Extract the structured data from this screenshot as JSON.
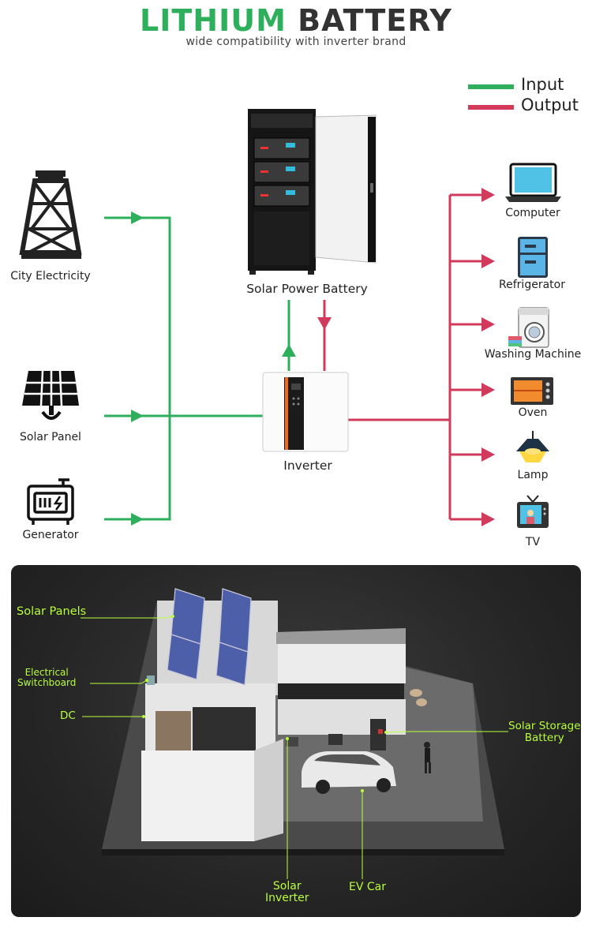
{
  "header": {
    "title_part1": "LITHIUM",
    "title_part2": "BATTERY",
    "subtitle": "wide compatibility with inverter brand"
  },
  "legend": {
    "input_label": "Input",
    "output_label": "Output",
    "input_color": "#2eaf5c",
    "output_color": "#d13a5b"
  },
  "sources": [
    {
      "label": "City Electricity",
      "icon": "power-tower-icon"
    },
    {
      "label": "Solar Panel",
      "icon": "solar-panel-icon"
    },
    {
      "label": "Generator",
      "icon": "generator-icon"
    }
  ],
  "center": {
    "battery_label": "Solar Power Battery",
    "inverter_label": "Inverter"
  },
  "loads": [
    {
      "label": "Computer",
      "icon": "laptop-icon"
    },
    {
      "label": "Refrigerator",
      "icon": "refrigerator-icon"
    },
    {
      "label": "Washing Machine",
      "icon": "washing-machine-icon"
    },
    {
      "label": "Oven",
      "icon": "oven-icon"
    },
    {
      "label": "Lamp",
      "icon": "lamp-icon"
    },
    {
      "label": "TV",
      "icon": "tv-icon"
    }
  ],
  "scene": {
    "solar_panels": "Solar Panels",
    "switchboard_line1": "Electrical",
    "switchboard_line2": "Switchboard",
    "dc": "DC",
    "storage_line1": "Solar Storage",
    "storage_line2": "Battery",
    "inverter_line1": "Solar",
    "inverter_line2": "Inverter",
    "ev_car": "EV Car",
    "callout_color": "#b8ff3c"
  }
}
